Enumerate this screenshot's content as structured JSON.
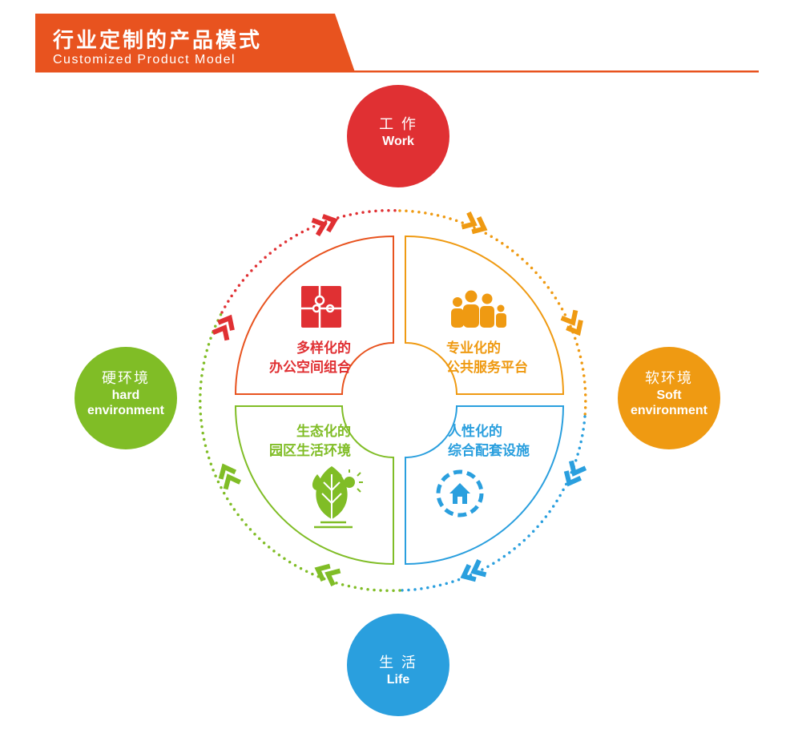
{
  "header": {
    "title_cn": "行业定制的产品模式",
    "title_en": "Customized Product Model",
    "accent_color": "#e8531f"
  },
  "nodes": {
    "work": {
      "cn": "工 作",
      "en": "Work",
      "color": "#e03033"
    },
    "soft": {
      "cn": "软环境",
      "en_line1": "Soft",
      "en_line2": "environment",
      "color": "#ef9a12"
    },
    "hard": {
      "cn": "硬环境",
      "en_line1": "hard",
      "en_line2": "environment",
      "color": "#80bd26"
    },
    "life": {
      "cn": "生 活",
      "en": "Life",
      "color": "#2a9fde"
    }
  },
  "quadrants": {
    "top_left": {
      "line1": "多样化的",
      "line2": "办公空间组合",
      "color": "#e8531f",
      "icon": "puzzle-icon"
    },
    "top_right": {
      "line1": "专业化的",
      "line2": "公共服务平台",
      "color": "#ef9a12",
      "icon": "people-icon"
    },
    "bottom_left": {
      "line1": "生态化的",
      "line2": "园区生活环境",
      "color": "#80bd26",
      "icon": "leaf-icon"
    },
    "bottom_right": {
      "line1": "人性化的",
      "line2": "综合配套设施",
      "color": "#2a9fde",
      "icon": "house-cycle-icon"
    }
  }
}
